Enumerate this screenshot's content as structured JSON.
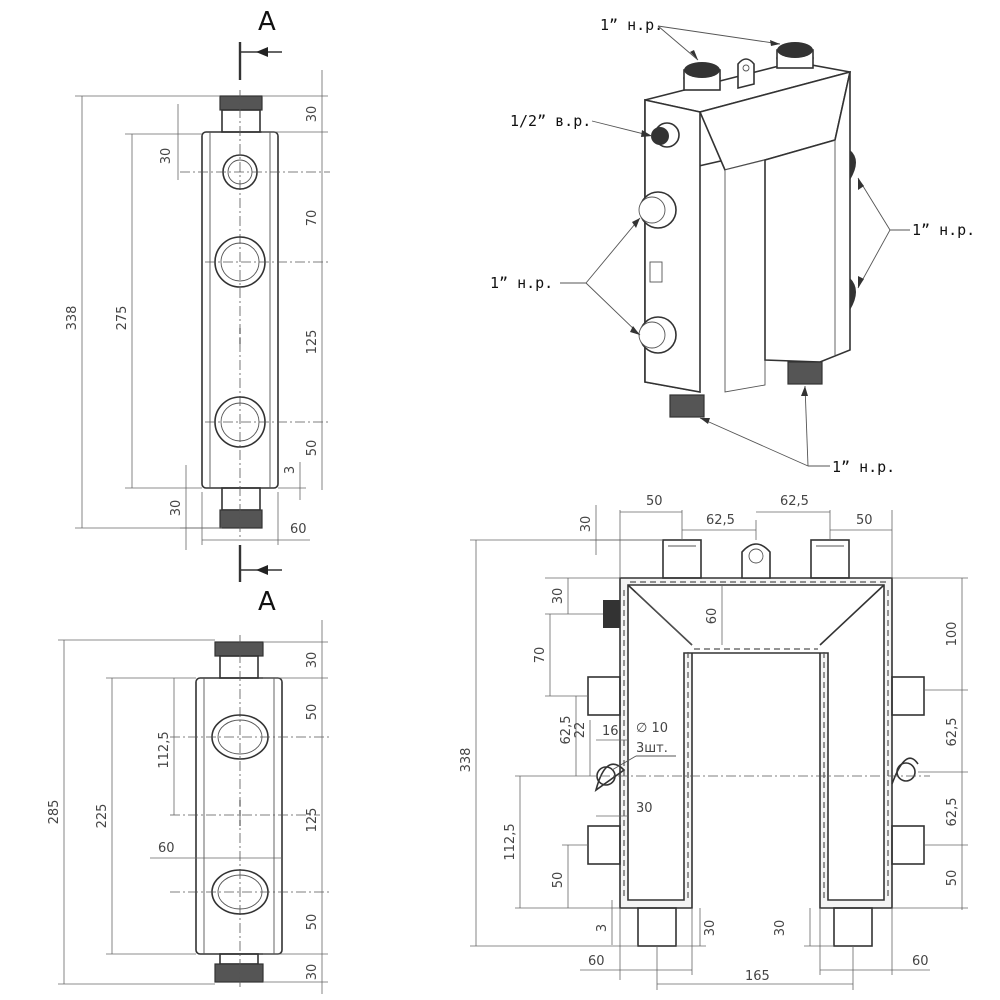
{
  "section_label": "A",
  "front_view": {
    "overall": "338",
    "pitch_total": "275",
    "top_thread": "30",
    "first_port": "30",
    "d1": "70",
    "d2": "125",
    "d3": "50",
    "gap": "3",
    "bottom_thread": "30",
    "width": "60"
  },
  "side_view": {
    "overall": "285",
    "pitch_total": "225",
    "p1": "112,5",
    "width": "60",
    "top_thread": "30",
    "d1": "50",
    "d2": "125",
    "d3": "50",
    "bottom_thread": "30"
  },
  "iso_view": {
    "top_ports": "1” н.р.",
    "half_port": "1/2” в.р.",
    "left_ports": "1” н.р.",
    "right_ports": "1” н.р.",
    "bottom_ports": "1” н.р."
  },
  "plan_view": {
    "top_left_50": "50",
    "top_62_5_a": "62,5",
    "top_62_5_b": "62,5",
    "top_right_50": "50",
    "top_30": "30",
    "left_30": "30",
    "inner_60": "60",
    "left_70": "70",
    "left_62_5": "62,5",
    "left_22": "22",
    "left_16": "16",
    "hole_dia": "∅ 10",
    "hole_qty": "3шт.",
    "left_30b": "30",
    "left_112_5": "112,5",
    "left_50": "50",
    "left_3": "3",
    "overall_338": "338",
    "bottom_30a": "30",
    "bottom_30b": "30",
    "bottom_60a": "60",
    "bottom_165": "165",
    "bottom_60b": "60",
    "right_100": "100",
    "right_62_5a": "62,5",
    "right_62_5b": "62,5",
    "right_50": "50"
  }
}
